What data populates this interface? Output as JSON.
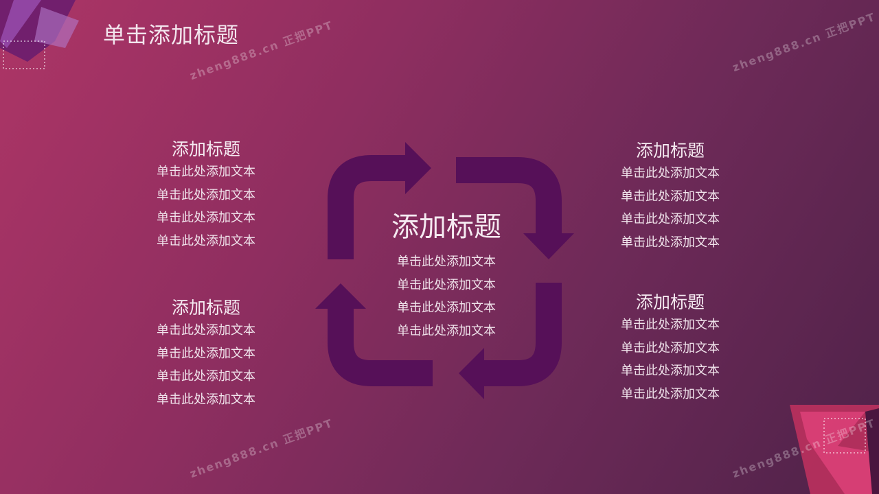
{
  "slide": {
    "title": "单击添加标题",
    "center": {
      "heading": "添加标题",
      "lines": [
        "单击此处添加文本",
        "单击此处添加文本",
        "单击此处添加文本",
        "单击此处添加文本"
      ]
    },
    "blocks": [
      {
        "heading": "添加标题",
        "lines": [
          "单击此处添加文本",
          "单击此处添加文本",
          "单击此处添加文本",
          "单击此处添加文本"
        ]
      },
      {
        "heading": "添加标题",
        "lines": [
          "单击此处添加文本",
          "单击此处添加文本",
          "单击此处添加文本",
          "单击此处添加文本"
        ]
      },
      {
        "heading": "添加标题",
        "lines": [
          "单击此处添加文本",
          "单击此处添加文本",
          "单击此处添加文本",
          "单击此处添加文本"
        ]
      },
      {
        "heading": "添加标题",
        "lines": [
          "单击此处添加文本",
          "单击此处添加文本",
          "单击此处添加文本",
          "单击此处添加文本"
        ]
      }
    ],
    "watermark": "zheng888.cn 正把PPT",
    "colors": {
      "arrow": "#561058",
      "bg_start": "#ad3566",
      "bg_end": "#4f2249"
    }
  }
}
